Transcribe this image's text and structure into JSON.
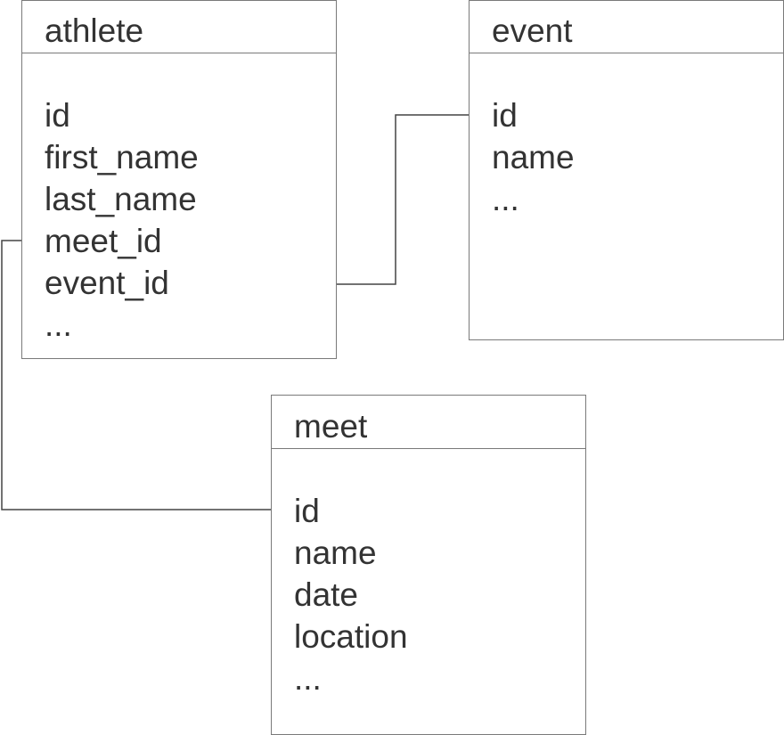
{
  "entities": {
    "athlete": {
      "title": "athlete",
      "fields": [
        "id",
        "first_name",
        "last_name",
        "meet_id",
        "event_id",
        "..."
      ]
    },
    "event": {
      "title": "event",
      "fields": [
        "id",
        "name",
        "..."
      ]
    },
    "meet": {
      "title": "meet",
      "fields": [
        "id",
        "name",
        "date",
        "location",
        "..."
      ]
    }
  },
  "relationships": [
    {
      "from_entity": "athlete",
      "from_field": "event_id",
      "to_entity": "event",
      "to_field": "id"
    },
    {
      "from_entity": "athlete",
      "from_field": "meet_id",
      "to_entity": "meet",
      "to_field": "id"
    }
  ],
  "colors": {
    "border": "#7a7a7a",
    "line": "#444444",
    "text": "#333333",
    "background": "#ffffff"
  }
}
